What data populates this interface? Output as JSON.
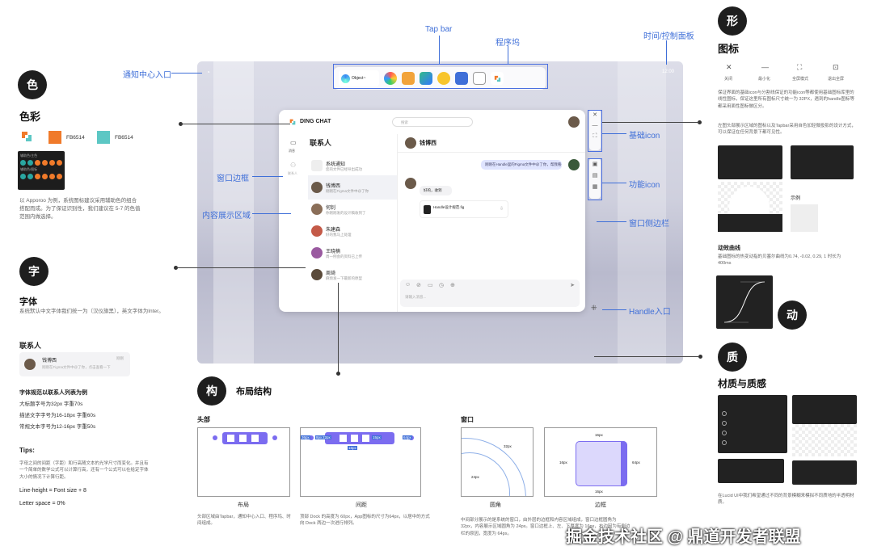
{
  "annotations": {
    "tap_bar": "Tap bar",
    "dock": "程序坞",
    "time_panel": "时间/控制面板",
    "notice_entry": "通知中心入口",
    "window_frame": "窗口边框",
    "content_area": "内容展示区域",
    "base_icon": "基础icon",
    "function_icon": "功能icon",
    "window_side": "窗口侧边栏",
    "handle_entry": "Handle入口"
  },
  "color_section": {
    "badge": "色",
    "title": "色彩",
    "color1_hex": "FB6514",
    "color2_hex": "FB6514",
    "color1": "#f07a2a",
    "color2": "#5cc7c4",
    "palette_label1": "辅助色/主色",
    "palette_label2": "辅助色/图标",
    "description": "以 Apporoo 为例，系统图标建议采用辅助色的组合搭配而成。为了保证识别性，我们建议在 5-7 的色值范围内做选择。"
  },
  "type_section": {
    "badge": "字",
    "title": "字体",
    "description": "系统默认中文字体我们统一为（汉仪旗黑），英文字体为Inter。",
    "contacts_title": "联系人",
    "sample_name": "钱博西",
    "sample_time": "刚刚",
    "sample_msg": "刚刚在Figma文件中@了你，点击查看一下",
    "spec_title": "字体规范以联系人列表为例",
    "spec1": "大标题字号为32px 字重70s",
    "spec2": "描述文字字号为16-18px 字重60s",
    "spec3": "常规文本字号为12-16px 字重50s",
    "tips_title": "Tips:",
    "tips_text": "字母之间的间距（字距）和行高随文本的光学尺寸而变化。并且有一个简单的数学公式可以计算行高，还有一个公式可以在给定字体大小的情况下计算行距。",
    "formula1": "Line-height = Font size + 8",
    "formula2": "Letter space = 0%"
  },
  "layout_section": {
    "badge": "构",
    "title": "布局结构",
    "head": "头部",
    "window": "窗口",
    "cap_layout": "布局",
    "cap_spacing": "间距",
    "cap_radius": "圆角",
    "cap_border": "边框",
    "desc_layout": "头部区域由Tapbar，通知中心入口、程序坞、时间组成。",
    "desc_spacing": "顶部 Dock 的高度为 60px，App图标的尺寸为64px，以居中的方式向 Dock 两边一次进行排列。",
    "desc_window": "中间部分展示的是系统的窗口，由外层的边框和内容区域组成，窗口边框圆角为 32px，内容展示区域圆角为 24px。窗口边框上、左、下厚度为 16px，右边因为有侧边栏的原因，宽度为 64px。",
    "sp_36": "36px",
    "sp_8": "8px",
    "sp_22": "22px",
    "sp_15": "15px",
    "sp_64": "64px",
    "sp_16": "16px",
    "r_32": "32px",
    "r_24": "24px",
    "b_16t": "16px",
    "b_16l": "16px",
    "b_64": "64px",
    "b_16b": "16px"
  },
  "icon_section": {
    "badge": "形",
    "title": "图标",
    "icons": [
      "关闭",
      "最小化",
      "全屏模式",
      "退出全屏"
    ],
    "desc1": "保证界面的基础icon与分割线保证的功能icon等都使用基础图标库里的线性图标，保证这里所有图标尺寸统一为 32PX，遇到的handle图标等都采用面性图标做区分。",
    "desc2": "左图头部展示区域的图标以及Tapbar采用自色加轻微投影的设计方式，可以保证在任何背景下都可见性。",
    "example": "示例",
    "motion_title": "动效曲线",
    "motion_desc": "基础图标的热变动指的贝塞尔曲线为0.74, -0.02, 0.29, 1 时长为 400ms",
    "motion_badge": "动"
  },
  "material_section": {
    "badge": "质",
    "title": "材质与质感",
    "desc": "在Lucid UI中我们希望通过不同的背景模糊来模拟不同质地的半透明材质。"
  },
  "chat_app": {
    "brand": "DING CHAT",
    "search": "搜索",
    "contacts_title": "联系人",
    "tab_msg": "消息",
    "tab_contacts": "联系人",
    "chat_title": "钱博西",
    "contacts": [
      {
        "name": "系统通知",
        "msg": "您的文件已经导出成功"
      },
      {
        "name": "钱博西",
        "msg": "刚刚在Figma文件中@了你"
      },
      {
        "name": "何钊",
        "msg": "你刚刚发的设计稿收到了"
      },
      {
        "name": "朱建森",
        "msg": "好的我马上处理"
      },
      {
        "name": "王晓楠",
        "msg": "周一例会的资料已上传"
      },
      {
        "name": "周琦",
        "msg": "麻烦发一下最新的原型"
      }
    ],
    "bubble_out": "刚刚在Handle里的Figma文件中@了你，帮我看一下",
    "bubble_in": "好的，收到",
    "file_name": "Handle设计规范.fig",
    "input_placeholder": "请输入消息..."
  },
  "desktop": {
    "time": "12:00",
    "dock_pill": "Object~"
  },
  "watermark": "掘金技术社区 @ 鼎道开发者联盟"
}
